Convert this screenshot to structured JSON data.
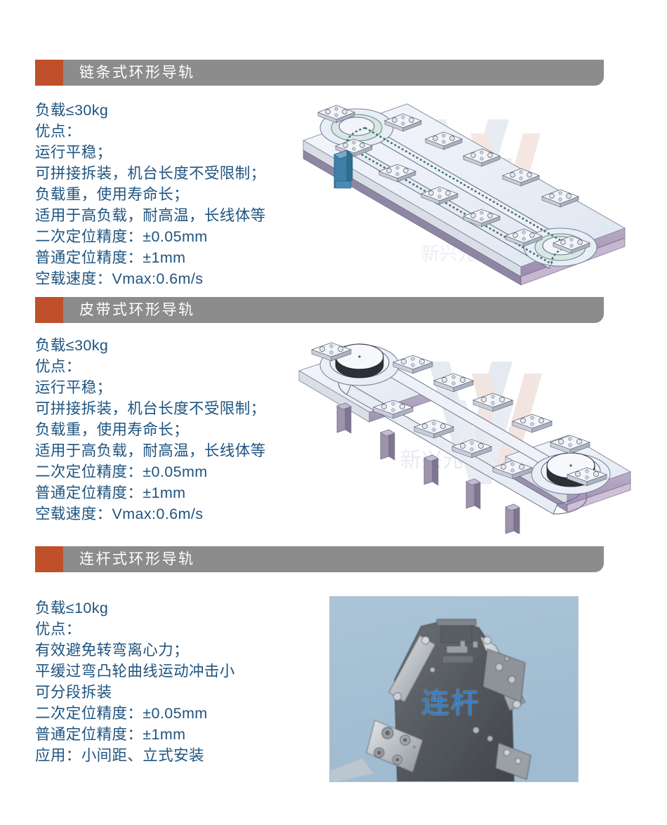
{
  "document": {
    "title": "环形导轨产品规格说明",
    "background_color": "#ffffff",
    "accent_color": "#c0502a",
    "header_bar_color": "#8c8c8c",
    "body_text_color": "#1f5480",
    "header_text_color": "#ffffff"
  },
  "sections": [
    {
      "id": "chain-type",
      "header_title": "链条式环形导轨",
      "spec_lines": [
        "负载≤30kg",
        "优点：",
        "运行平稳；",
        "可拼接拆装，机台长度不受限制；",
        "负载重，使用寿命长；",
        "适用于高负载，耐高温，长线体等",
        "二次定位精度：±0.05mm",
        "普通定位精度：±1mm",
        "空载速度：Vmax:0.6m/s"
      ],
      "figure": {
        "name": "chain-type-ring-guide-rail-cad-render",
        "kind": "3d-cad-render",
        "description": "链条式环形导轨三维装配图",
        "watermark": true
      }
    },
    {
      "id": "belt-type",
      "header_title": "皮带式环形导轨",
      "spec_lines": [
        "负载≤30kg",
        "优点：",
        "运行平稳；",
        "可拼接拆装，机台长度不受限制；",
        "负载重，使用寿命长；",
        "适用于高负载，耐高温，长线体等",
        "二次定位精度：±0.05mm",
        "普通定位精度：±1mm",
        "空载速度：Vmax:0.6m/s"
      ],
      "figure": {
        "name": "belt-type-ring-guide-rail-cad-render",
        "kind": "3d-cad-render",
        "description": "皮带式环形导轨三维装配图",
        "watermark": true
      }
    },
    {
      "id": "linkage-type",
      "header_title": "连杆式环形导轨",
      "spec_lines": [
        "负载≤10kg",
        "优点：",
        "有效避免转弯离心力；",
        "平缓过弯凸轮曲线运动冲击小",
        "可分段拆装",
        "二次定位精度：±0.05mm",
        "普通定位精度：±1mm",
        "应用：小间距、立式安装"
      ],
      "figure": {
        "name": "linkage-mechanism-photo",
        "kind": "photo",
        "description": "连杆机构实拍照片",
        "background_color": "#a9c3d6",
        "caption": "连杆",
        "caption_color": "#2a7fd4"
      }
    }
  ]
}
